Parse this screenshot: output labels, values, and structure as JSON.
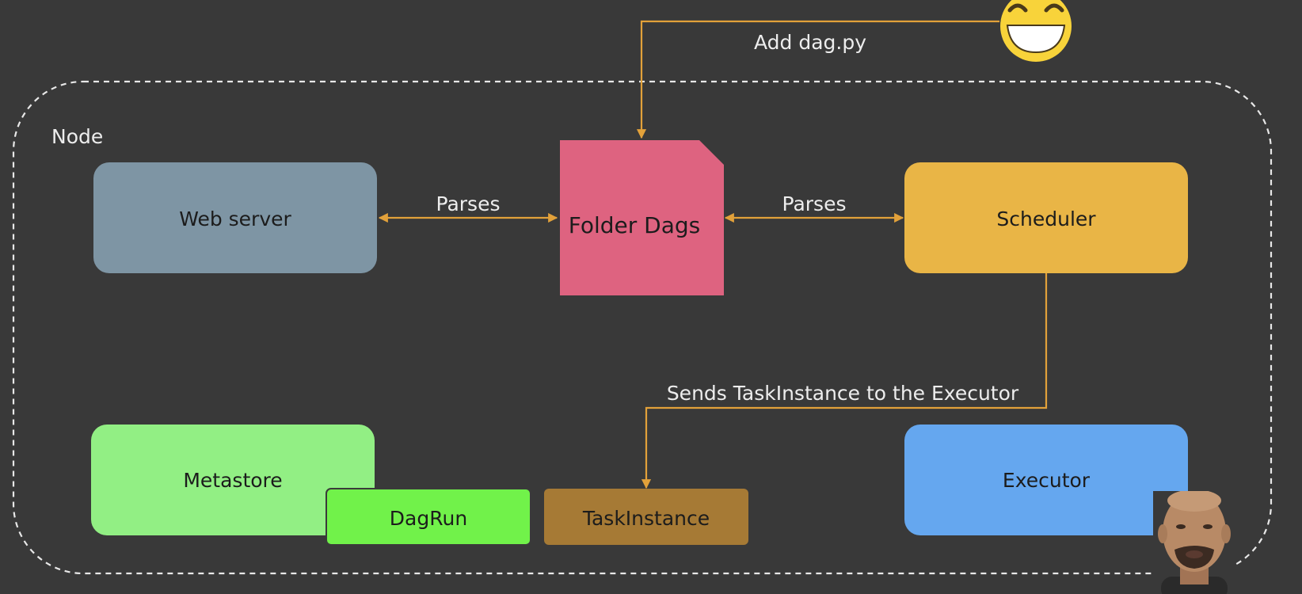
{
  "diagram": {
    "node_label": "Node",
    "user_action": "Add dag.py",
    "edges": {
      "webserver_folder": "Parses",
      "folder_scheduler": "Parses",
      "scheduler_taskinstance": "Sends TaskInstance to the Executor"
    },
    "components": {
      "webserver": "Web server",
      "folder": "Folder Dags",
      "scheduler": "Scheduler",
      "metastore": "Metastore",
      "dagrun": "DagRun",
      "taskinstance": "TaskInstance",
      "executor": "Executor"
    }
  },
  "colors": {
    "background": "#393939",
    "border": "#e8e8e8",
    "arrow": "#e2a13a",
    "webserver": "#7e95a4",
    "folder": "#de6380",
    "scheduler": "#e9b546",
    "metastore": "#92ef84",
    "dagrun": "#71f24a",
    "taskinstance": "#a67a35",
    "executor": "#65a7ef",
    "emoji": "#f8d33a"
  },
  "icons": {
    "user": "grinning-face-icon",
    "presenter": "presenter-video-thumbnail"
  }
}
